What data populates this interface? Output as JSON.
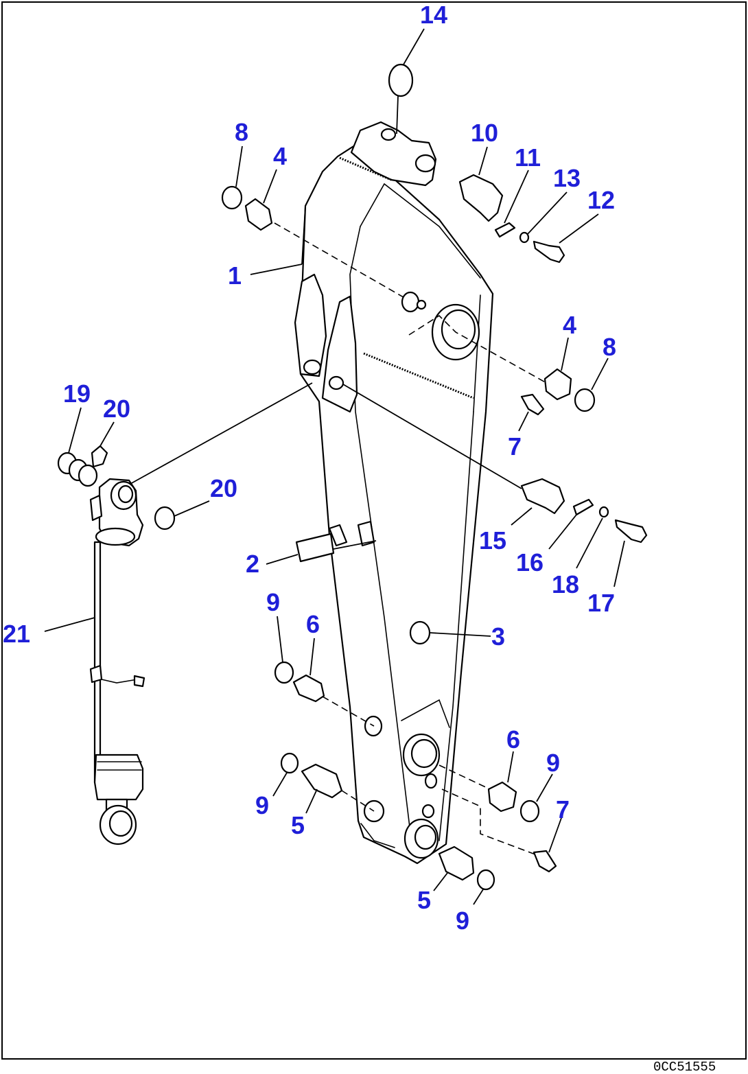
{
  "diagram": {
    "drawing_code": "0CC51555",
    "colors": {
      "callout": "#1f1fd8",
      "line": "#000000",
      "background": "#ffffff"
    },
    "callouts": [
      {
        "label": "14"
      },
      {
        "label": "8"
      },
      {
        "label": "4"
      },
      {
        "label": "10"
      },
      {
        "label": "11"
      },
      {
        "label": "13"
      },
      {
        "label": "12"
      },
      {
        "label": "1"
      },
      {
        "label": "4"
      },
      {
        "label": "8"
      },
      {
        "label": "19"
      },
      {
        "label": "20"
      },
      {
        "label": "7"
      },
      {
        "label": "20"
      },
      {
        "label": "15"
      },
      {
        "label": "16"
      },
      {
        "label": "2"
      },
      {
        "label": "18"
      },
      {
        "label": "17"
      },
      {
        "label": "9"
      },
      {
        "label": "6"
      },
      {
        "label": "21"
      },
      {
        "label": "3"
      },
      {
        "label": "6"
      },
      {
        "label": "9"
      },
      {
        "label": "9"
      },
      {
        "label": "7"
      },
      {
        "label": "5"
      },
      {
        "label": "5"
      },
      {
        "label": "9"
      }
    ]
  }
}
